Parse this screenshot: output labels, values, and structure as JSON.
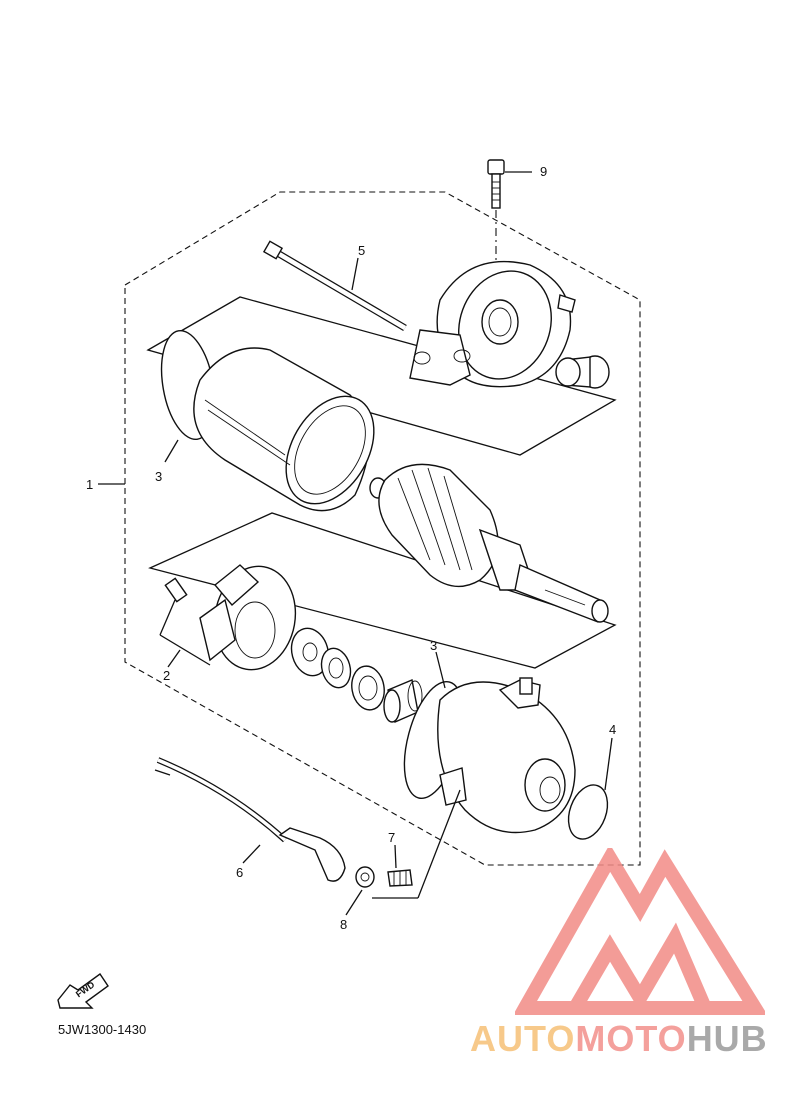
{
  "diagram_code": "5JW1300-1430",
  "fwd_label": "FWD",
  "callouts": {
    "c1": "1",
    "c2": "2",
    "c3a": "3",
    "c3b": "3",
    "c4": "4",
    "c5": "5",
    "c6": "6",
    "c7": "7",
    "c8": "8",
    "c9": "9"
  },
  "watermark": {
    "part_a": "AUTO",
    "part_b": "MOTO",
    "part_c": "HUB",
    "colors": {
      "auto": "#f7c98a",
      "moto": "#f4a09c",
      "hub": "#a9a9a9",
      "logo": "#f28b86"
    }
  }
}
